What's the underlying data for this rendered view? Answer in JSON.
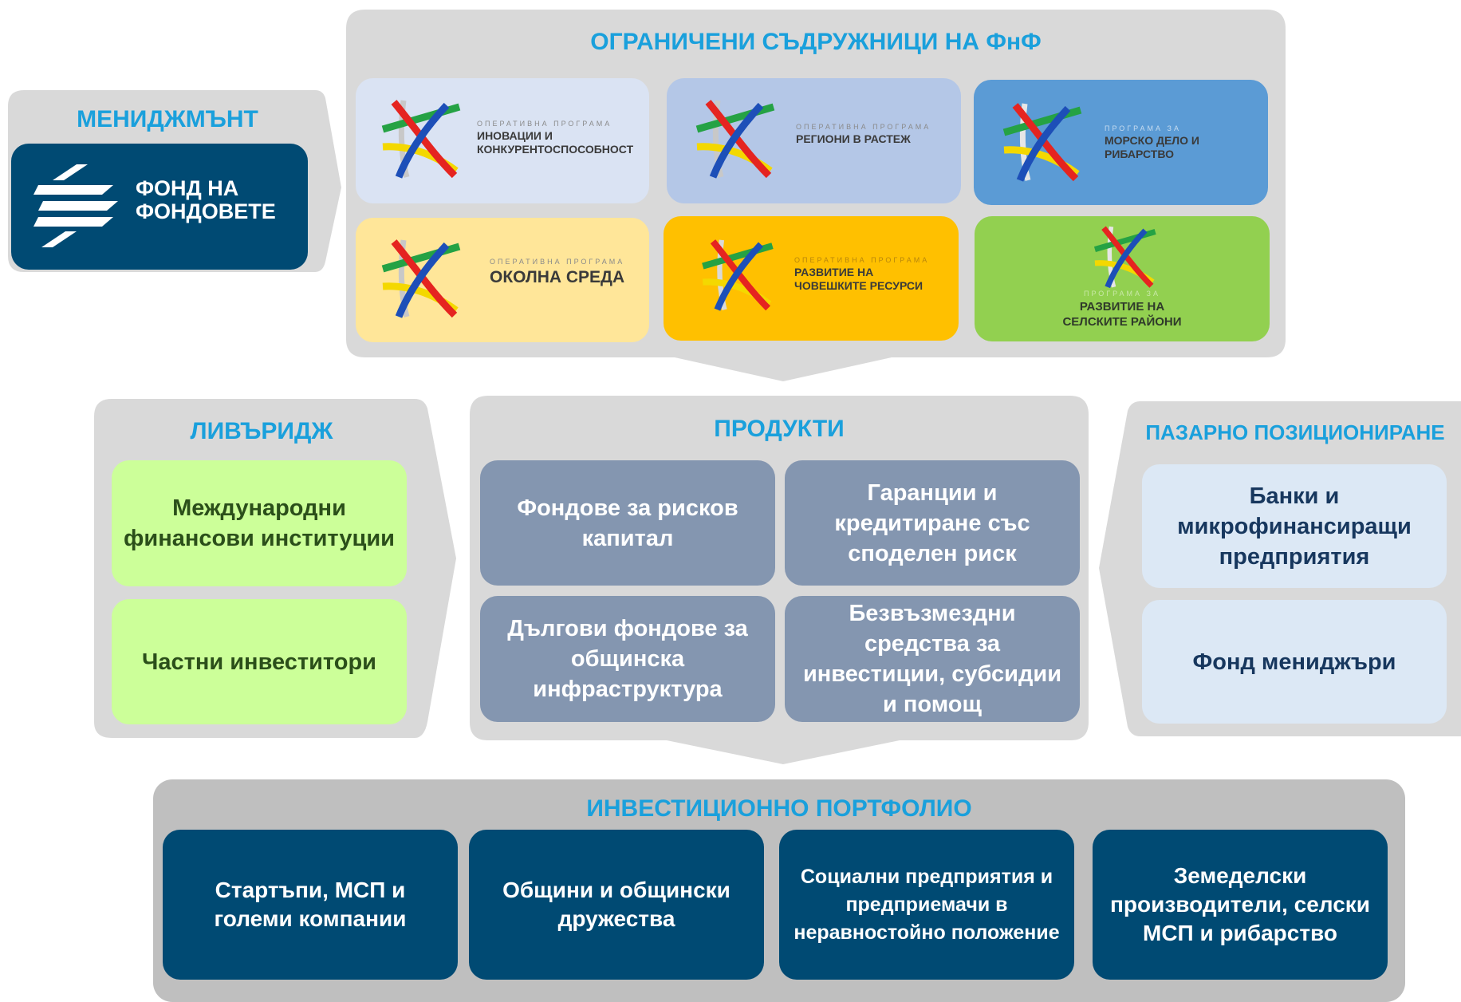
{
  "sections": {
    "management_title": "МЕНИДЖМЪНТ",
    "partners_title": "ОГРАНИЧЕНИ СЪДРУЖНИЦИ НА ФнФ",
    "leverage_title": "ЛИВЪРИДЖ",
    "products_title": "ПРОДУКТИ",
    "market_title": "ПАЗАРНО ПОЗИЦИОНИРАНЕ",
    "portfolio_title": "ИНВЕСТИЦИОННО ПОРТФОЛИО"
  },
  "logo": {
    "line1": "ФОНД НА",
    "line2": "ФОНДОВЕТЕ"
  },
  "programs": [
    {
      "sub": "ОПЕРАТИВНА ПРОГРАМА",
      "line1": "ИНОВАЦИИ И",
      "line2": "КОНКУРЕНТОСПОСОБНОСТ",
      "bg": "#dae3f3"
    },
    {
      "sub": "ОПЕРАТИВНА ПРОГРАМА",
      "line1": "РЕГИОНИ В РАСТЕЖ",
      "line2": "",
      "bg": "#b4c7e7"
    },
    {
      "sub": "ПРОГРАМА ЗА",
      "line1": "МОРСКО ДЕЛО И",
      "line2": "РИБАРСТВО",
      "bg": "#5b9bd5"
    },
    {
      "sub": "ОПЕРАТИВНА ПРОГРАМА",
      "line1": "ОКОЛНА СРЕДА",
      "line2": "",
      "bg": "#ffe699"
    },
    {
      "sub": "ОПЕРАТИВНА ПРОГРАМА",
      "line1": "РАЗВИТИЕ НА",
      "line2": "ЧОВЕШКИТЕ РЕСУРСИ",
      "bg": "#ffc000"
    },
    {
      "sub": "ПРОГРАМА ЗА",
      "line1": "РАЗВИТИЕ НА",
      "line2": "СЕЛСКИТЕ РАЙОНИ",
      "bg": "#92d050"
    }
  ],
  "leverage": [
    "Международни финансови институции",
    "Частни инвеститори"
  ],
  "products": [
    "Фондове за рисков капитал",
    "Гаранции и кредитиране със споделен риск",
    "Дългови фондове за общинска инфраструктура",
    "Безвъзмездни средства за инвестиции, субсидии и помощ"
  ],
  "market": [
    "Банки и микрофинансиращи предприятия",
    "Фонд мениджъри"
  ],
  "portfolio": [
    "Стартъпи, МСП и големи компании",
    "Общини и общински дружества",
    "Социални предприятия и предприемачи в неравностойно положение",
    "Земеделски производители, селски МСП и рибарство"
  ],
  "colors": {
    "title_blue": "#1aa0dc",
    "panel_gray": "#d9d9d9",
    "portfolio_gray": "#bfbfbf",
    "slate": "#8496b0",
    "light_green": "#ccff99",
    "pale_blue": "#dce8f5",
    "navy": "#004a73"
  },
  "icons": [
    "fund-of-funds-logo-icon",
    "programme-emblem-icon"
  ]
}
